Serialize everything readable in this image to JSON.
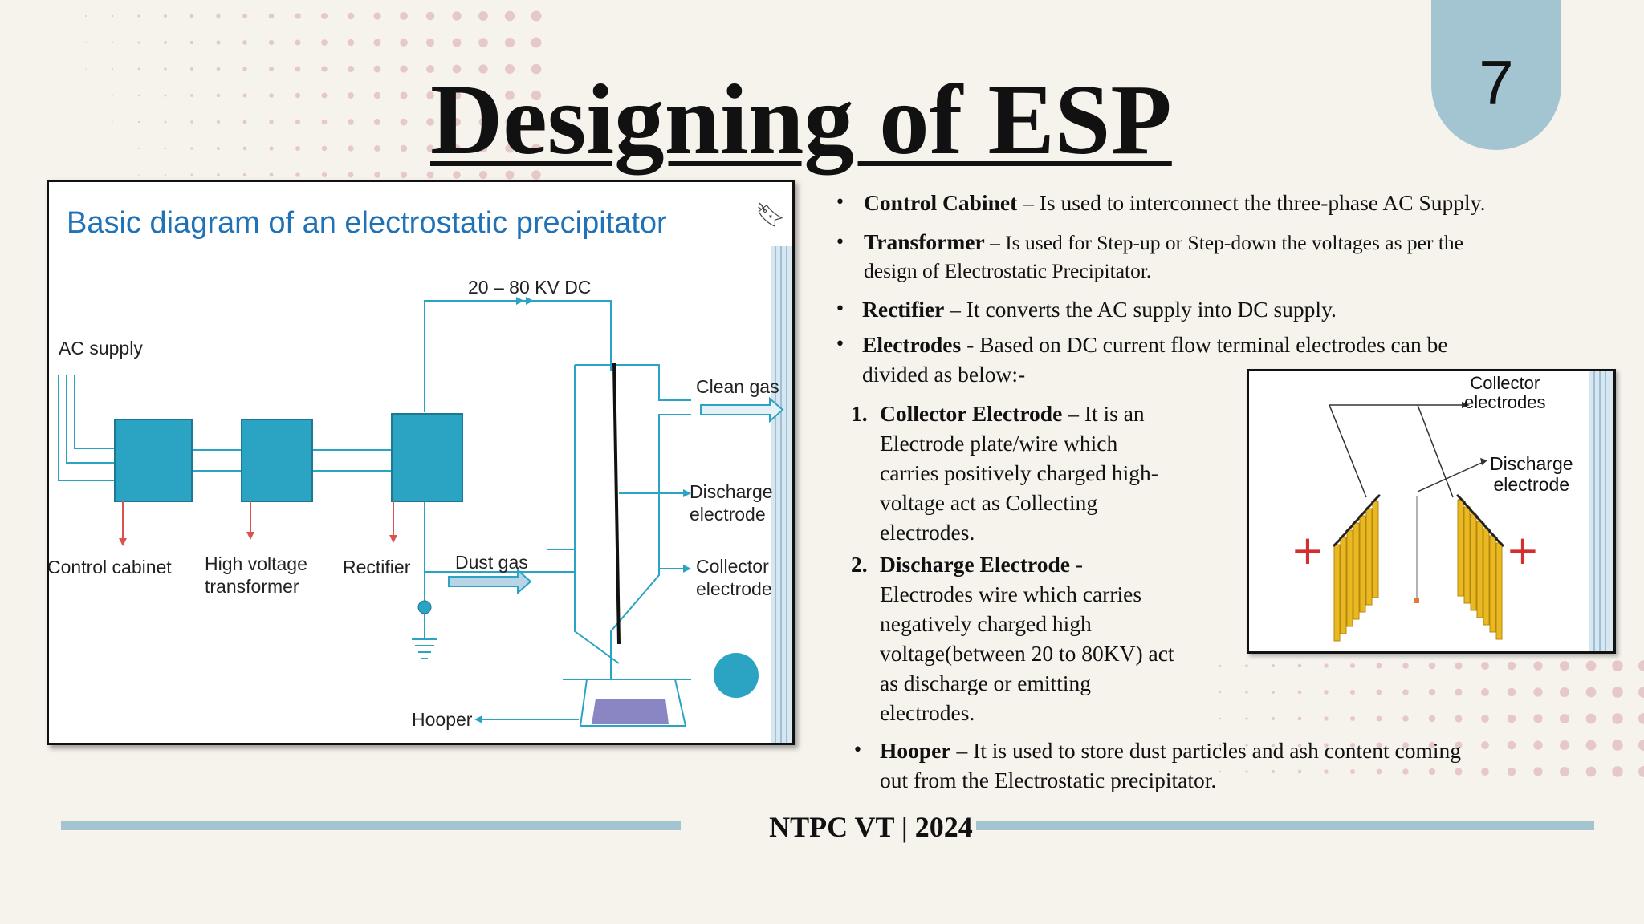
{
  "slide": {
    "page_number": "7",
    "title": "Designing of  ESP",
    "footer": "NTPC VT | 2024"
  },
  "diagram": {
    "title": "Basic diagram of an electrostatic precipitator",
    "icon": "bookmark-icon",
    "labels": {
      "voltage": "20 – 80 KV  DC",
      "ac_supply": "AC supply",
      "clean_gas": "Clean gas",
      "discharge_1": "Discharge",
      "discharge_2": "electrode",
      "collector_1": "Collector",
      "collector_2": "electrode",
      "control_cabinet": "Control cabinet",
      "hv_1": "High voltage",
      "hv_2": "transformer",
      "rectifier": "Rectifier",
      "dust_gas": "Dust gas",
      "hooper": "Hooper"
    },
    "colors": {
      "box": "#2ba3c2",
      "line": "#2ba3c2",
      "title": "#1f72b6",
      "arrow_red": "#d9534f",
      "hopper": "#8a86c4"
    }
  },
  "bullets": [
    {
      "term": "Control Cabinet",
      "sep": " – ",
      "text": "Is used to interconnect the three-phase AC Supply."
    },
    {
      "term": "Transformer",
      "sep": " – ",
      "text_1": "Is used for Step-up or Step-down the voltages as per the",
      "text_2": "design of  Electrostatic Precipitator."
    },
    {
      "term": "Rectifier",
      "sep": " – ",
      "text": "It converts the AC supply into DC supply."
    },
    {
      "term": "Electrodes",
      "sep": " - ",
      "text_1": "Based on DC current flow terminal electrodes can be",
      "text_2": "divided as below:-"
    }
  ],
  "electrodes": [
    {
      "num": "1.",
      "term": "Collector Electrode",
      "sep": " – ",
      "lines": [
        "It is an",
        "Electrode plate/wire which",
        "carries positively charged high-",
        "voltage act as Collecting",
        "electrodes."
      ]
    },
    {
      "num": "2.",
      "term": "Discharge Electrode",
      "sep": " -",
      "lines": [
        "Electrodes wire which carries",
        "negatively charged high",
        "voltage(between 20 to 80KV) act",
        "as discharge or emitting",
        "electrodes."
      ]
    }
  ],
  "hooper": {
    "term": "Hooper",
    "sep": " – ",
    "text_1": "It is used to store dust particles and ash content coming",
    "text_2": "out from the Electrostatic precipitator."
  },
  "figure2": {
    "collector_1": "Collector",
    "collector_2": "electrodes",
    "discharge_1": "Discharge",
    "discharge_2": "electrode",
    "plus": "+",
    "colors": {
      "plates": "#e8b923",
      "plus": "#d32f2f"
    }
  },
  "colors": {
    "background": "#f6f2ec",
    "accent": "#a3c4d1",
    "dots": "#e7c8c8"
  }
}
